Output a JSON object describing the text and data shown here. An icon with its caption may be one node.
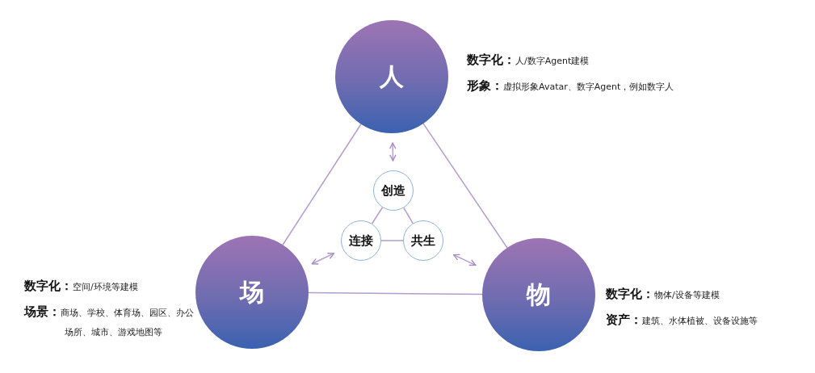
{
  "diagram": {
    "nodes": [
      {
        "text": [
          "人"
        ],
        "beside": [
          "**数字化：**人/数字Agent建模",
          "**形象：**虚拟形象Avatar、数字Agent，例如数字人"
        ]
      },
      {
        "text": [
          "场"
        ],
        "beside": [
          "**数字化：**空间/环境等建模",
          "**场景：**商场、学校、体育场、园区、办公场所、城市、游戏地图等"
        ]
      },
      {
        "text": [
          "物"
        ],
        "beside": [
          "**数字化：**物体/设备等建模",
          "**资产：**建筑、水体植被、设备设施等"
        ]
      },
      {
        "text": [
          "创造"
        ]
      },
      {
        "text": [
          "连接"
        ]
      },
      {
        "text": [
          "共生"
        ]
      }
    ],
    "edges": [
      {
        "from": 0,
        "to": 1,
        "arrow": "none"
      },
      {
        "from": 0,
        "to": 2,
        "arrow": "none"
      },
      {
        "from": 1,
        "to": 2,
        "arrow": "none"
      },
      {
        "from": 3,
        "to": 4,
        "arrow": "none"
      },
      {
        "from": 3,
        "to": 5,
        "arrow": "none"
      },
      {
        "from": 4,
        "to": 5,
        "arrow": "none"
      },
      {
        "from": 0,
        "to": 3,
        "arrow": "both"
      },
      {
        "from": 1,
        "to": 4,
        "arrow": "both"
      },
      {
        "from": 2,
        "to": 5,
        "arrow": "both"
      }
    ]
  }
}
